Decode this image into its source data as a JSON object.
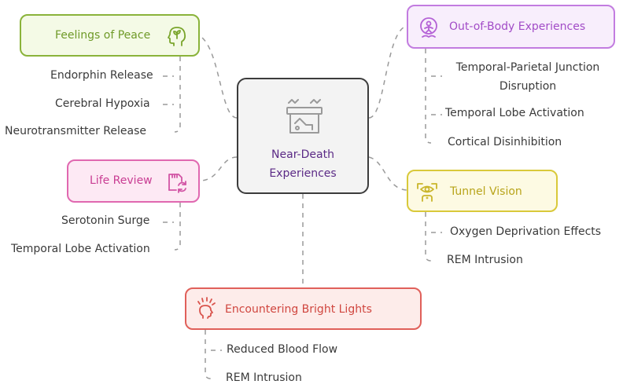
{
  "center": {
    "line1": "Near-Death",
    "line2": "Experiences"
  },
  "branches": [
    {
      "key": "peace",
      "label": "Feelings of Peace",
      "icon": "head-sprout-icon",
      "color": "#8ab33a",
      "text_color": "#6f9a28",
      "fill": "#f4fae6",
      "leaves": [
        "Endorphin Release",
        "Cerebral Hypoxia",
        "Neurotransmitter Release"
      ]
    },
    {
      "key": "obe",
      "label": "Out-of-Body Experiences",
      "icon": "floating-person-icon",
      "color": "#c27ce0",
      "text_color": "#a24cc7",
      "fill": "#f8eefc",
      "leaves": [
        "Temporal-Parietal Junction Disruption",
        "Temporal Lobe Activation",
        "Cortical Disinhibition"
      ]
    },
    {
      "key": "review",
      "label": "Life Review",
      "icon": "memory-card-icon",
      "color": "#e068b0",
      "text_color": "#c93d93",
      "fill": "#fde9f4",
      "leaves": [
        "Serotonin Surge",
        "Temporal Lobe Activation"
      ]
    },
    {
      "key": "tunnel",
      "label": "Tunnel Vision",
      "icon": "tunnel-eye-icon",
      "color": "#d9c93a",
      "text_color": "#b8a41a",
      "fill": "#fdfae3",
      "leaves": [
        "Oxygen Deprivation Effects",
        "REM Intrusion"
      ]
    },
    {
      "key": "lights",
      "label": "Encountering Bright Lights",
      "icon": "glowing-head-icon",
      "color": "#e0605a",
      "text_color": "#d0463f",
      "fill": "#fdecea",
      "leaves": [
        "Reduced Blood Flow",
        "REM Intrusion"
      ]
    }
  ]
}
